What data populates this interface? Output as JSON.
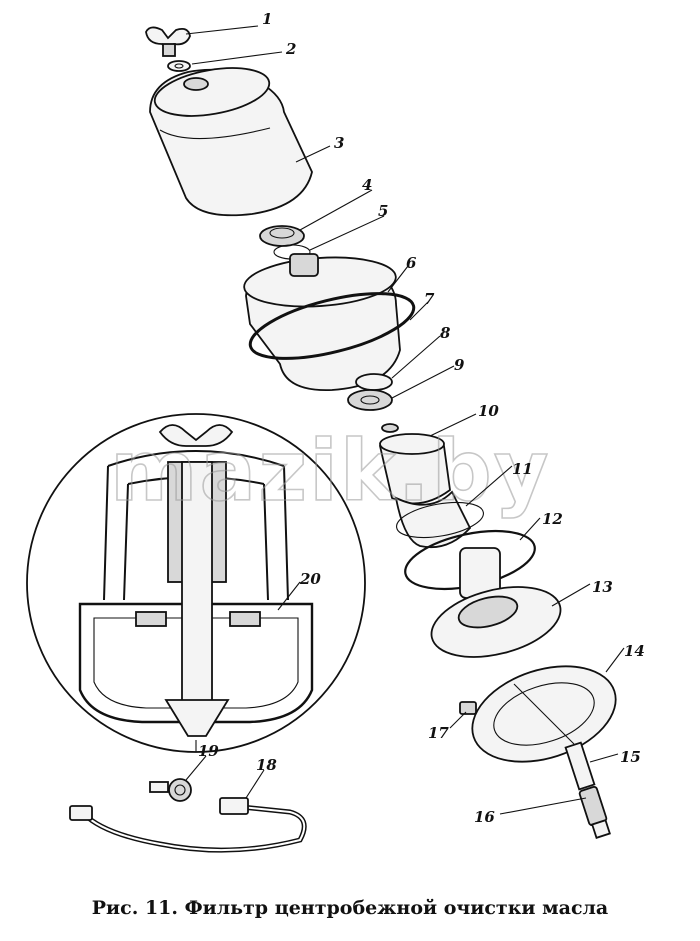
{
  "caption": "Рис. 11. Фильтр центробежной очистки масла",
  "watermark": "mazik.by",
  "callouts": [
    "1",
    "2",
    "3",
    "4",
    "5",
    "6",
    "7",
    "8",
    "9",
    "10",
    "11",
    "12",
    "13",
    "14",
    "15",
    "16",
    "17",
    "18",
    "19",
    "20"
  ]
}
